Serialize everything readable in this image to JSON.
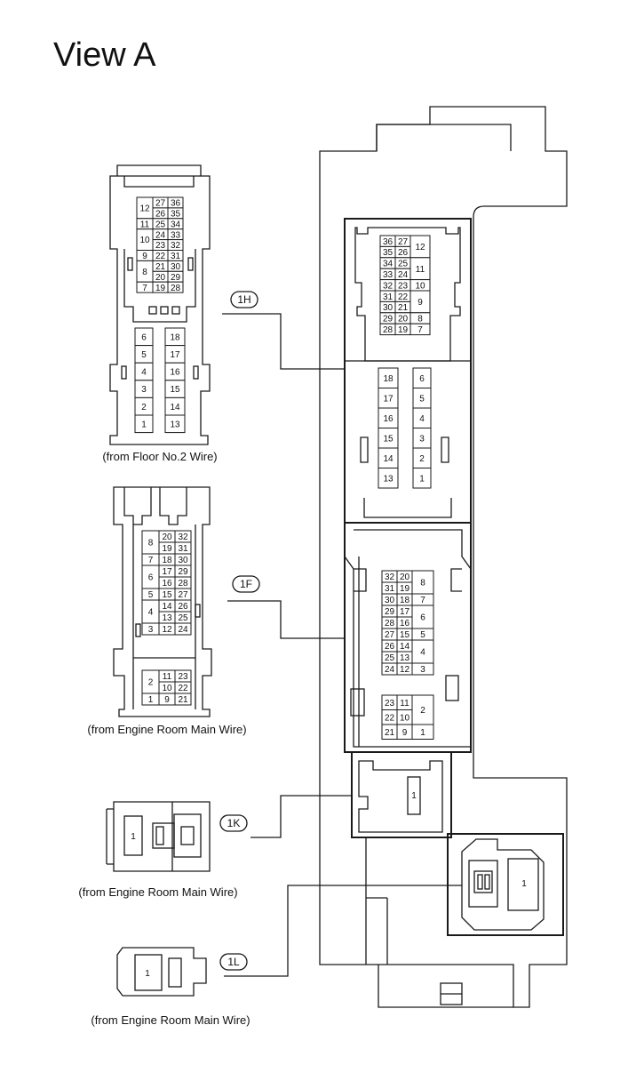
{
  "title": "View A",
  "connectors": [
    {
      "code": "1H",
      "caption": "(from Floor No.2 Wire)",
      "left_view": {
        "upper": [
          [
            "12",
            "27",
            "36"
          ],
          [
            "",
            "26",
            "35"
          ],
          [
            "11",
            "25",
            "34"
          ],
          [
            "10",
            "24",
            "33"
          ],
          [
            "",
            "23",
            "32"
          ],
          [
            "9",
            "22",
            "31"
          ],
          [
            "8",
            "21",
            "30"
          ],
          [
            "",
            "20",
            "29"
          ],
          [
            "7",
            "19",
            "28"
          ]
        ],
        "lower": [
          [
            "6",
            "18"
          ],
          [
            "5",
            "17"
          ],
          [
            "4",
            "16"
          ],
          [
            "3",
            "15"
          ],
          [
            "2",
            "14"
          ],
          [
            "1",
            "13"
          ]
        ]
      },
      "box_view": {
        "upper": [
          [
            "36",
            "27",
            "12"
          ],
          [
            "35",
            "26",
            ""
          ],
          [
            "34",
            "25",
            "11"
          ],
          [
            "33",
            "24",
            ""
          ],
          [
            "32",
            "23",
            "10"
          ],
          [
            "31",
            "22",
            "9"
          ],
          [
            "30",
            "21",
            ""
          ],
          [
            "29",
            "20",
            "8"
          ],
          [
            "28",
            "19",
            "7"
          ]
        ],
        "lower": [
          [
            "18",
            "6"
          ],
          [
            "17",
            "5"
          ],
          [
            "16",
            "4"
          ],
          [
            "15",
            "3"
          ],
          [
            "14",
            "2"
          ],
          [
            "13",
            "1"
          ]
        ]
      }
    },
    {
      "code": "1F",
      "caption": "(from Engine Room Main Wire)",
      "left_view": {
        "upper": [
          [
            "8",
            "20",
            "32"
          ],
          [
            "",
            "19",
            "31"
          ],
          [
            "7",
            "18",
            "30"
          ],
          [
            "6",
            "17",
            "29"
          ],
          [
            "",
            "16",
            "28"
          ],
          [
            "5",
            "15",
            "27"
          ],
          [
            "4",
            "14",
            "26"
          ],
          [
            "",
            "13",
            "25"
          ],
          [
            "3",
            "12",
            "24"
          ]
        ],
        "lower": [
          [
            "2",
            "11",
            "23"
          ],
          [
            "",
            "10",
            "22"
          ],
          [
            "1",
            "9",
            "21"
          ]
        ]
      },
      "box_view": {
        "upper": [
          [
            "32",
            "20",
            "8"
          ],
          [
            "31",
            "19",
            ""
          ],
          [
            "30",
            "18",
            "7"
          ],
          [
            "29",
            "17",
            "6"
          ],
          [
            "28",
            "16",
            ""
          ],
          [
            "27",
            "15",
            "5"
          ],
          [
            "26",
            "14",
            "4"
          ],
          [
            "25",
            "13",
            ""
          ],
          [
            "24",
            "12",
            "3"
          ]
        ],
        "lower": [
          [
            "23",
            "11",
            "2"
          ],
          [
            "22",
            "10",
            ""
          ],
          [
            "21",
            "9",
            "1"
          ]
        ]
      }
    },
    {
      "code": "1K",
      "caption": "(from Engine Room Main Wire)",
      "pin": "1"
    },
    {
      "code": "1L",
      "caption": "(from Engine Room Main Wire)",
      "pin": "1"
    }
  ],
  "box_single_pins": [
    "1",
    "1"
  ]
}
